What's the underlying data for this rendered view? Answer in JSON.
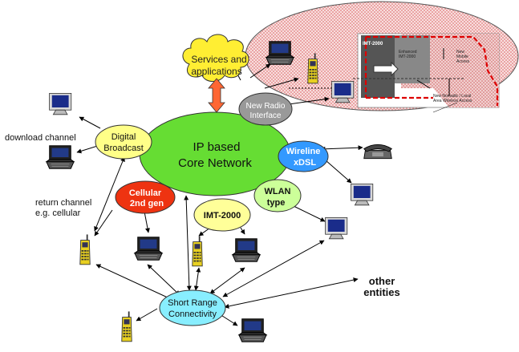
{
  "nodes": {
    "services": [
      "Services and",
      "applications"
    ],
    "new_radio": [
      "New Radio",
      "Interface"
    ],
    "digital_broadcast": [
      "Digital",
      "Broadcast"
    ],
    "core": [
      "IP based",
      "Core Network"
    ],
    "wireline": [
      "Wireline",
      "xDSL"
    ],
    "cellular": [
      "Cellular",
      "2nd gen"
    ],
    "imt": "IMT-2000",
    "wlan": [
      "WLAN",
      "type"
    ],
    "short_range": [
      "Short Range",
      "Connectivity"
    ]
  },
  "labels": {
    "download_channel": "download channel",
    "return_channel": [
      "return channel",
      "e.g. cellular"
    ],
    "other_entities": [
      "other",
      "entities"
    ]
  },
  "inset": {
    "imt_tag": "IMT-2000",
    "enhanced": [
      "Enhanced",
      "IMT-2000"
    ],
    "new_mobile": [
      "New",
      "Mobile",
      "Access"
    ],
    "nomadic": [
      "New Nomadic / Local",
      "Area Wireless Access"
    ]
  },
  "colors": {
    "core": "#66dd33",
    "services": "#ffee33",
    "digital_broadcast": "#ffff88",
    "cellular": "#ee3311",
    "imt": "#ffff99",
    "wlan": "#ccff99",
    "wireline": "#3399ff",
    "short_range": "#88eeff",
    "new_radio": "#999999",
    "arrow": "#ff6633",
    "cloud_fill": "#f6c9c9"
  }
}
